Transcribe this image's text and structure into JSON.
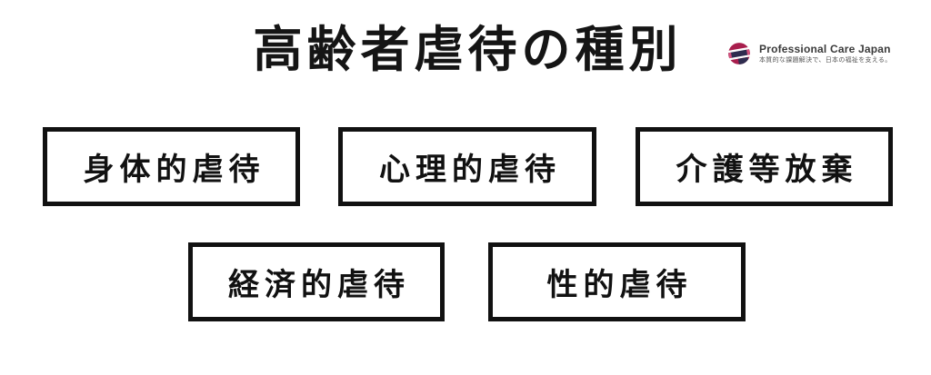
{
  "title": "高齢者虐待の種別",
  "logo": {
    "name": "Professional Care Japan",
    "tagline": "本質的な課題解決で、日本の福祉を支える。",
    "colors": {
      "crimson": "#a81e4d",
      "navy": "#2e2c4f",
      "pink": "#d4517c",
      "name_text": "#3a3a3a",
      "tagline_text": "#555555"
    }
  },
  "boxes": [
    {
      "label": "身体的虐待"
    },
    {
      "label": "心理的虐待"
    },
    {
      "label": "介護等放棄"
    },
    {
      "label": "経済的虐待"
    },
    {
      "label": "性的虐待"
    }
  ],
  "style_colors": {
    "background": "#ffffff",
    "box_border": "#111111",
    "box_text": "#111111",
    "title_text": "#151515"
  }
}
